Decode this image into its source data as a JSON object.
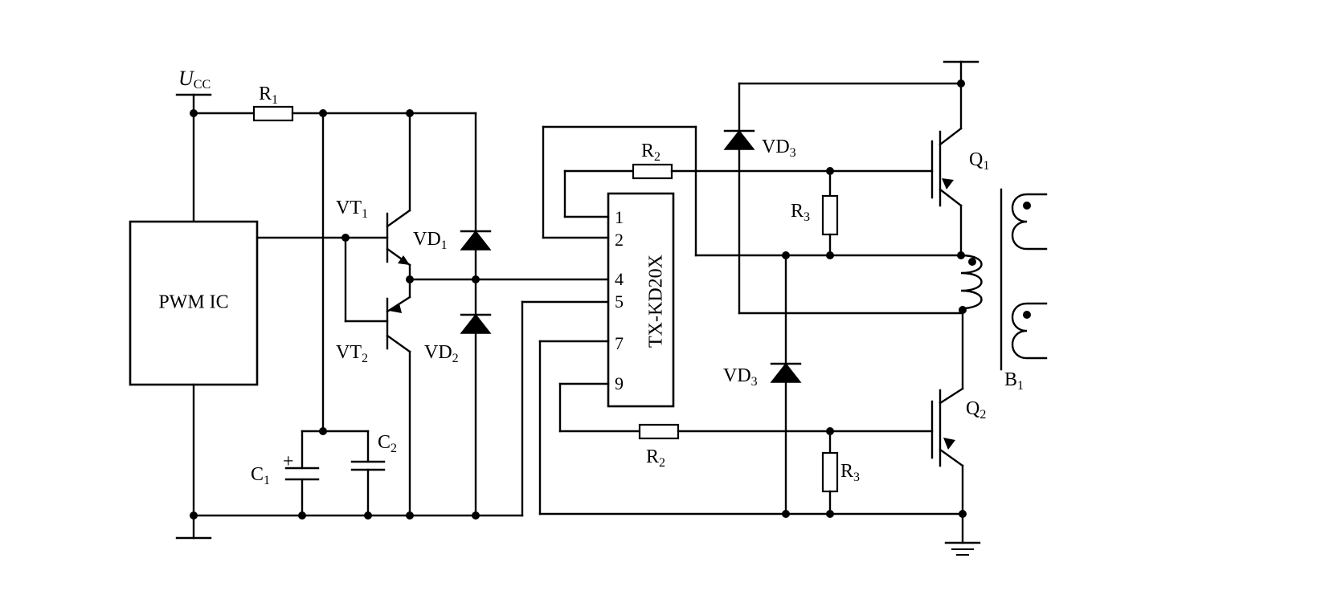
{
  "labels": {
    "ucc_main": "U",
    "ucc_sub": "CC",
    "r1": "R",
    "r1_sub": "1",
    "r2_top": "R",
    "r2_top_sub": "2",
    "r2_bot": "R",
    "r2_bot_sub": "2",
    "r3_top": "R",
    "r3_top_sub": "3",
    "r3_bot": "R",
    "r3_bot_sub": "3",
    "vt1": "VT",
    "vt1_sub": "1",
    "vt2": "VT",
    "vt2_sub": "2",
    "vd1": "VD",
    "vd1_sub": "1",
    "vd2": "VD",
    "vd2_sub": "2",
    "vd3_top": "VD",
    "vd3_top_sub": "3",
    "vd3_bot": "VD",
    "vd3_bot_sub": "3",
    "c1": "C",
    "c1_sub": "1",
    "c2": "C",
    "c2_sub": "2",
    "c1_plus": "+",
    "q1": "Q",
    "q1_sub": "1",
    "q2": "Q",
    "q2_sub": "2",
    "b1": "B",
    "b1_sub": "1",
    "pwm_ic": "PWM IC",
    "driver_ic": "TX-KD20X"
  },
  "driver_pins": [
    "1",
    "2",
    "4",
    "5",
    "7",
    "9"
  ]
}
